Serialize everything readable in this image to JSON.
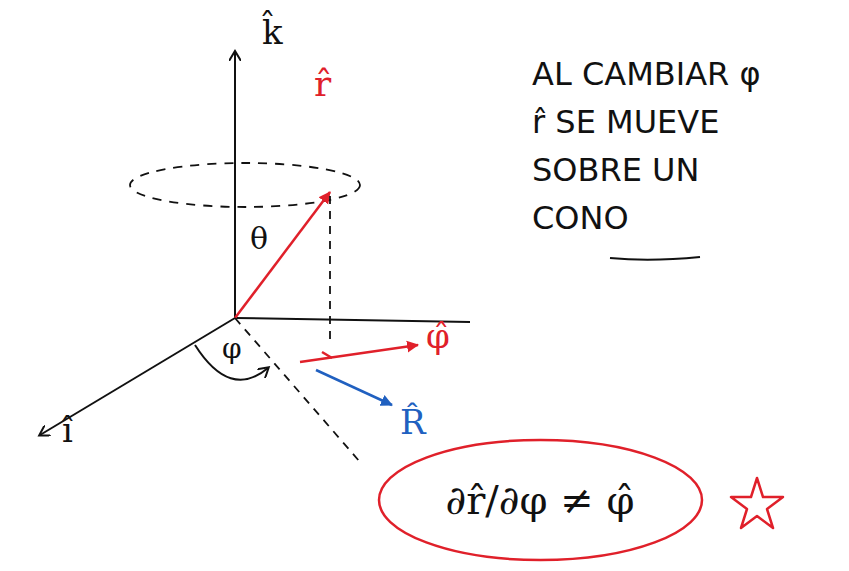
{
  "diagram": {
    "nodes": [
      {
        "text": [
          "∂r̂/∂φ ≠ φ̂"
        ]
      }
    ],
    "labels": [
      "k̂",
      "r̂",
      "θ",
      "φ",
      "φ̂",
      "R̂",
      "î",
      "AL CAMBIAR φ r̂ SE MUEVE SOBRE UN CONO"
    ]
  }
}
